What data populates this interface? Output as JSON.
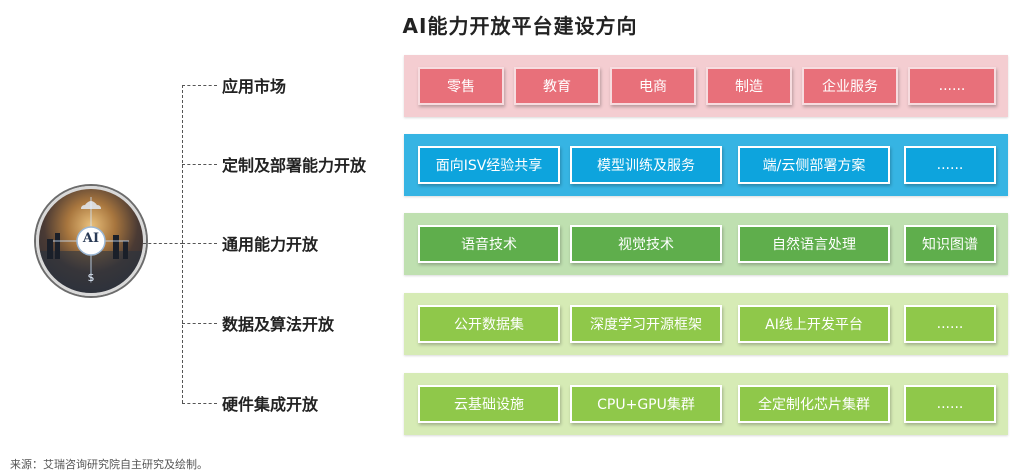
{
  "title": "AI能力开放平台建设方向",
  "logo": {
    "text": "AI",
    "currency": "$"
  },
  "layers": [
    {
      "label": "应用市场",
      "items": [
        "零售",
        "教育",
        "电商",
        "制造",
        "企业服务",
        "......"
      ]
    },
    {
      "label": "定制及部署能力开放",
      "items": [
        "面向ISV经验共享",
        "模型训练及服务",
        "端/云侧部署方案",
        "......"
      ]
    },
    {
      "label": "通用能力开放",
      "items": [
        "语音技术",
        "视觉技术",
        "自然语言处理",
        "知识图谱"
      ]
    },
    {
      "label": "数据及算法开放",
      "items": [
        "公开数据集",
        "深度学习开源框架",
        "AI线上开发平台",
        "......"
      ]
    },
    {
      "label": "硬件集成开放",
      "items": [
        "云基础设施",
        "CPU+GPU集群",
        "全定制化芯片集群",
        "......"
      ]
    }
  ],
  "source": "来源：艾瑞咨询研究院自主研究及绘制。",
  "colors": {
    "market": "#e8707a",
    "custom": "#0da4dd",
    "general": "#5fae4c",
    "data": "#8fc84a",
    "hardware": "#8fc84a"
  }
}
